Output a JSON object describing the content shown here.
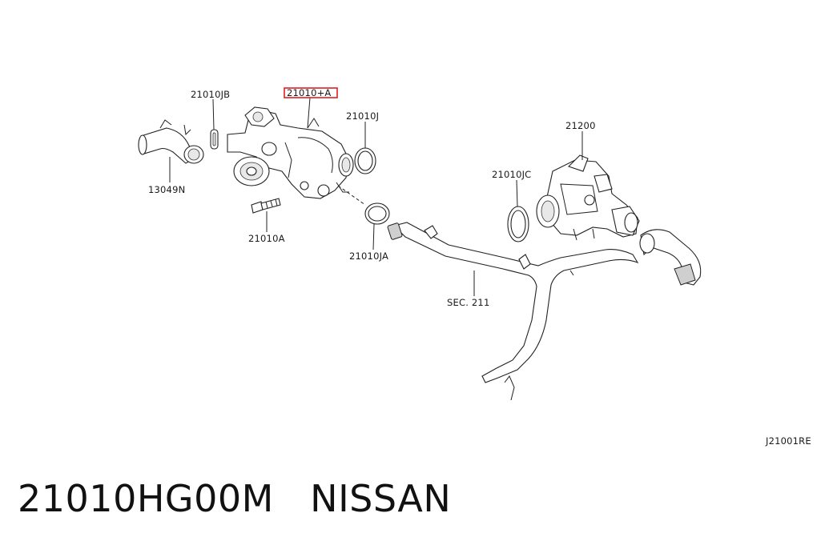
{
  "diagram": {
    "labels": {
      "part_21010JB": "21010JB",
      "part_21010A_top": "21010+A",
      "part_21010J": "21010J",
      "part_21200": "21200",
      "part_21010JC": "21010JC",
      "part_13049N": "13049N",
      "part_21010A": "21010A",
      "part_21010JA": "21010JA",
      "sec_211": "SEC. 211",
      "ref_code": "J21001RE"
    },
    "highlight_color": "#e02020"
  },
  "footer": {
    "part_number": "21010HG00M",
    "brand": "NISSAN"
  }
}
